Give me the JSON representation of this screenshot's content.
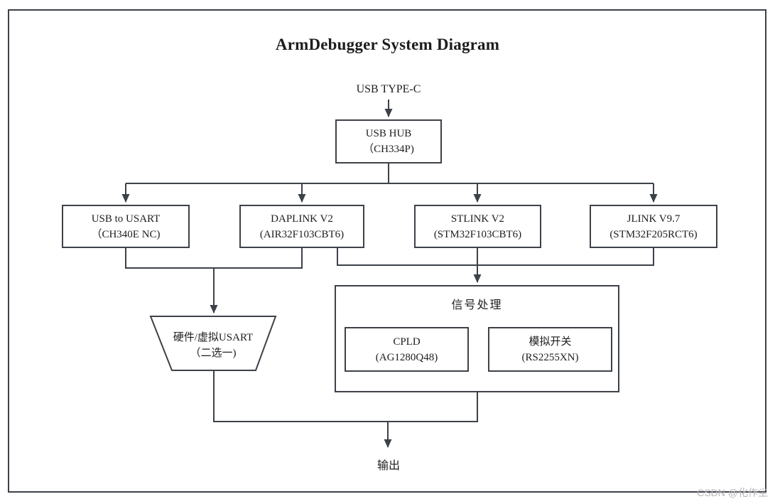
{
  "diagram": {
    "title": "ArmDebugger System Diagram",
    "watermark": "CSDN @化作尘",
    "colors": {
      "line": "#3d4148",
      "text": "#1d1d1f",
      "watermark": "#b6b6b6",
      "background": "#ffffff"
    },
    "nodes": {
      "usb_type_c": {
        "label": "USB TYPE-C"
      },
      "usb_hub": {
        "line1": "USB HUB",
        "line2": "（CH334P)"
      },
      "usb_to_usart": {
        "line1": "USB to USART",
        "line2": "（CH340E NC)"
      },
      "daplink_v2": {
        "line1": "DAPLINK V2",
        "line2": "(AIR32F103CBT6)"
      },
      "stlink_v2": {
        "line1": "STLINK V2",
        "line2": "(STM32F103CBT6)"
      },
      "jlink_v97": {
        "line1": "JLINK V9.7",
        "line2": "(STM32F205RCT6)"
      },
      "usart_selector": {
        "line1": "硬件/虚拟USART",
        "line2": "（二选一)"
      },
      "signal_processing": {
        "title": "信号处理"
      },
      "cpld": {
        "line1": "CPLD",
        "line2": "(AG1280Q48)"
      },
      "analog_switch": {
        "line1": "模拟开关",
        "line2": "(RS2255XN)"
      },
      "output": {
        "label": "输出"
      }
    }
  }
}
